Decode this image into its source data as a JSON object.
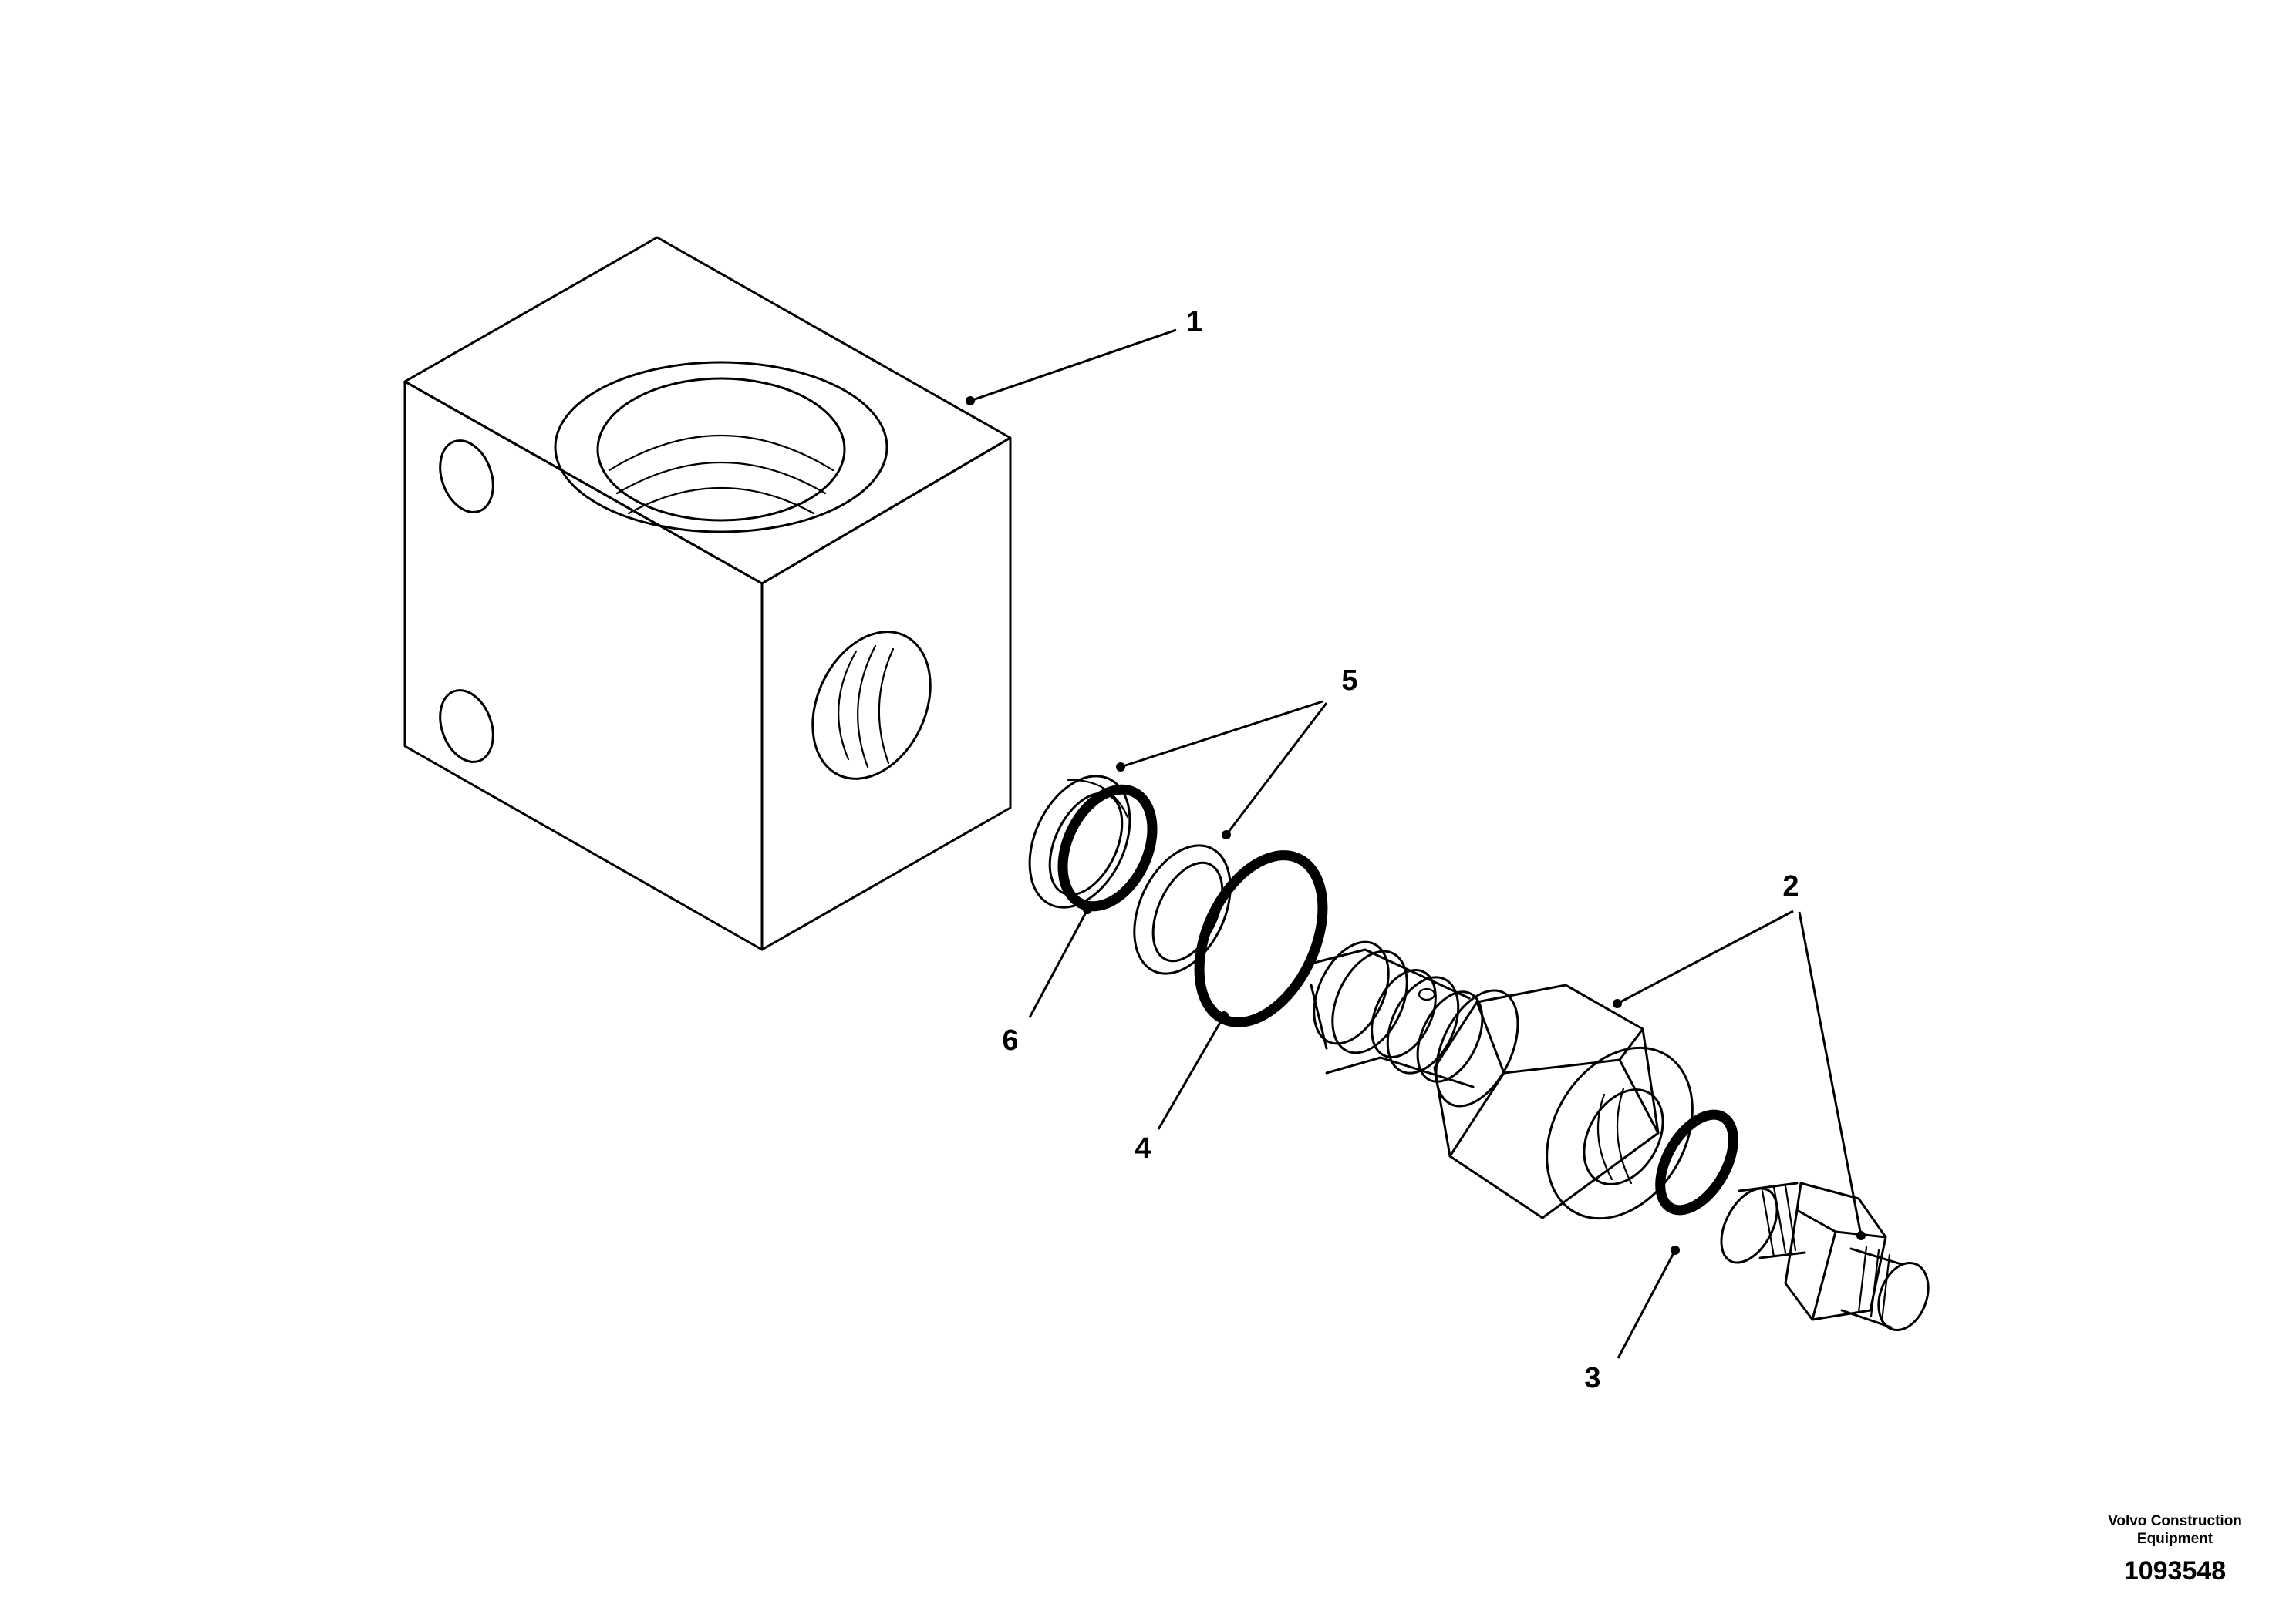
{
  "diagram": {
    "callouts": [
      {
        "id": "1",
        "label": "1"
      },
      {
        "id": "2",
        "label": "2"
      },
      {
        "id": "3",
        "label": "3"
      },
      {
        "id": "4",
        "label": "4"
      },
      {
        "id": "5",
        "label": "5"
      },
      {
        "id": "6",
        "label": "6"
      }
    ]
  },
  "footer": {
    "company_line1": "Volvo Construction",
    "company_line2": "Equipment",
    "drawing_number": "1093548"
  }
}
